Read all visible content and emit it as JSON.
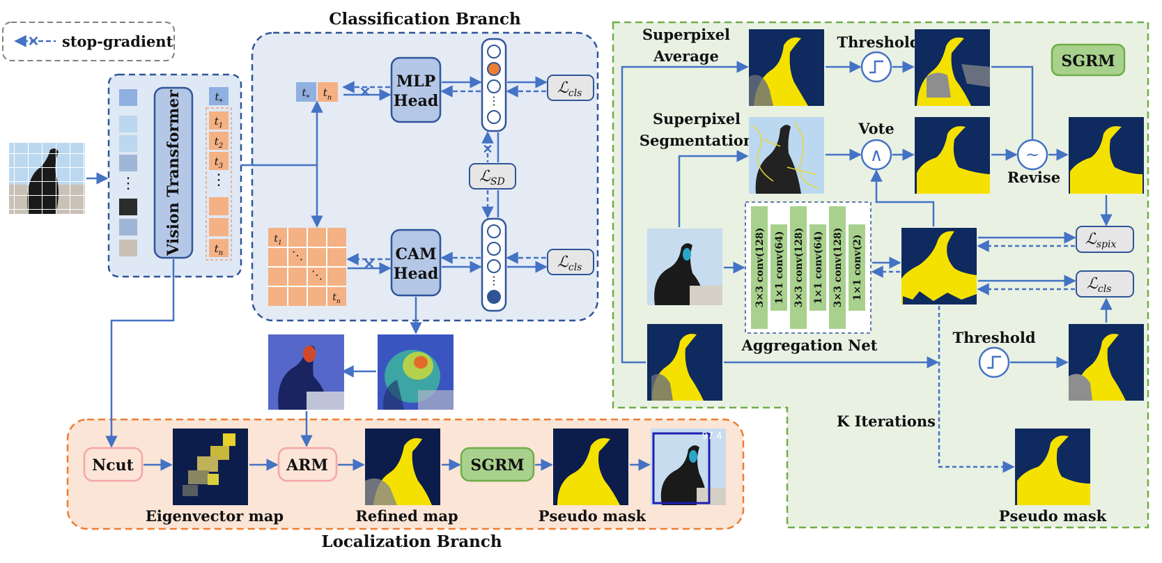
{
  "legend": {
    "stop_gradient": "stop-gradient"
  },
  "classification": {
    "title": "Classification Branch",
    "mlp_head": [
      "MLP",
      "Head"
    ],
    "cam_head": [
      "CAM",
      "Head"
    ],
    "loss_cls": "ℒ",
    "loss_cls_sub": "cls",
    "loss_sd": "ℒ",
    "loss_sd_sub": "SD",
    "token_star": "t",
    "token_bar": "t"
  },
  "vit": {
    "label": "Vision Transformer"
  },
  "localization": {
    "title": "Localization Branch",
    "ncut": "Ncut",
    "arm": "ARM",
    "sgrm": "SGRM",
    "eigen_label": "Eigenvector map",
    "refined_label": "Refined map",
    "pseudo_label": "Pseudo mask",
    "score": "97.4"
  },
  "sgrm_panel": {
    "badge": "SGRM",
    "superpixel_average": [
      "Superpixel",
      "Average"
    ],
    "superpixel_segmentation": [
      "Superpixel",
      "Segmentation"
    ],
    "threshold_top": "Threshold",
    "vote": "Vote",
    "revise": "Revise",
    "threshold_bottom": "Threshold",
    "aggregation_net": "Aggregation Net",
    "k_iterations": "K Iterations",
    "pseudo_mask": "Pseudo mask",
    "loss_spix_sub": "spix",
    "loss_cls_sub": "cls",
    "layers": [
      "3×3 conv(128)",
      "1×1 conv(64)",
      "3×3 conv(128)",
      "1×1 conv(64)",
      "3×3 conv(128)",
      "1×1 conv(2)"
    ]
  },
  "colors": {
    "blue_line": "#4472c4",
    "orange": "#f4b183",
    "orange_dot": "#ed7d31",
    "green_box": "#a9d18e",
    "panel_blue": "#e4ebf5",
    "panel_green": "#e9f1e3",
    "panel_orange": "#fbe5d6",
    "navy": "#0b1f4d",
    "mask_yellow": "#f5e100"
  }
}
